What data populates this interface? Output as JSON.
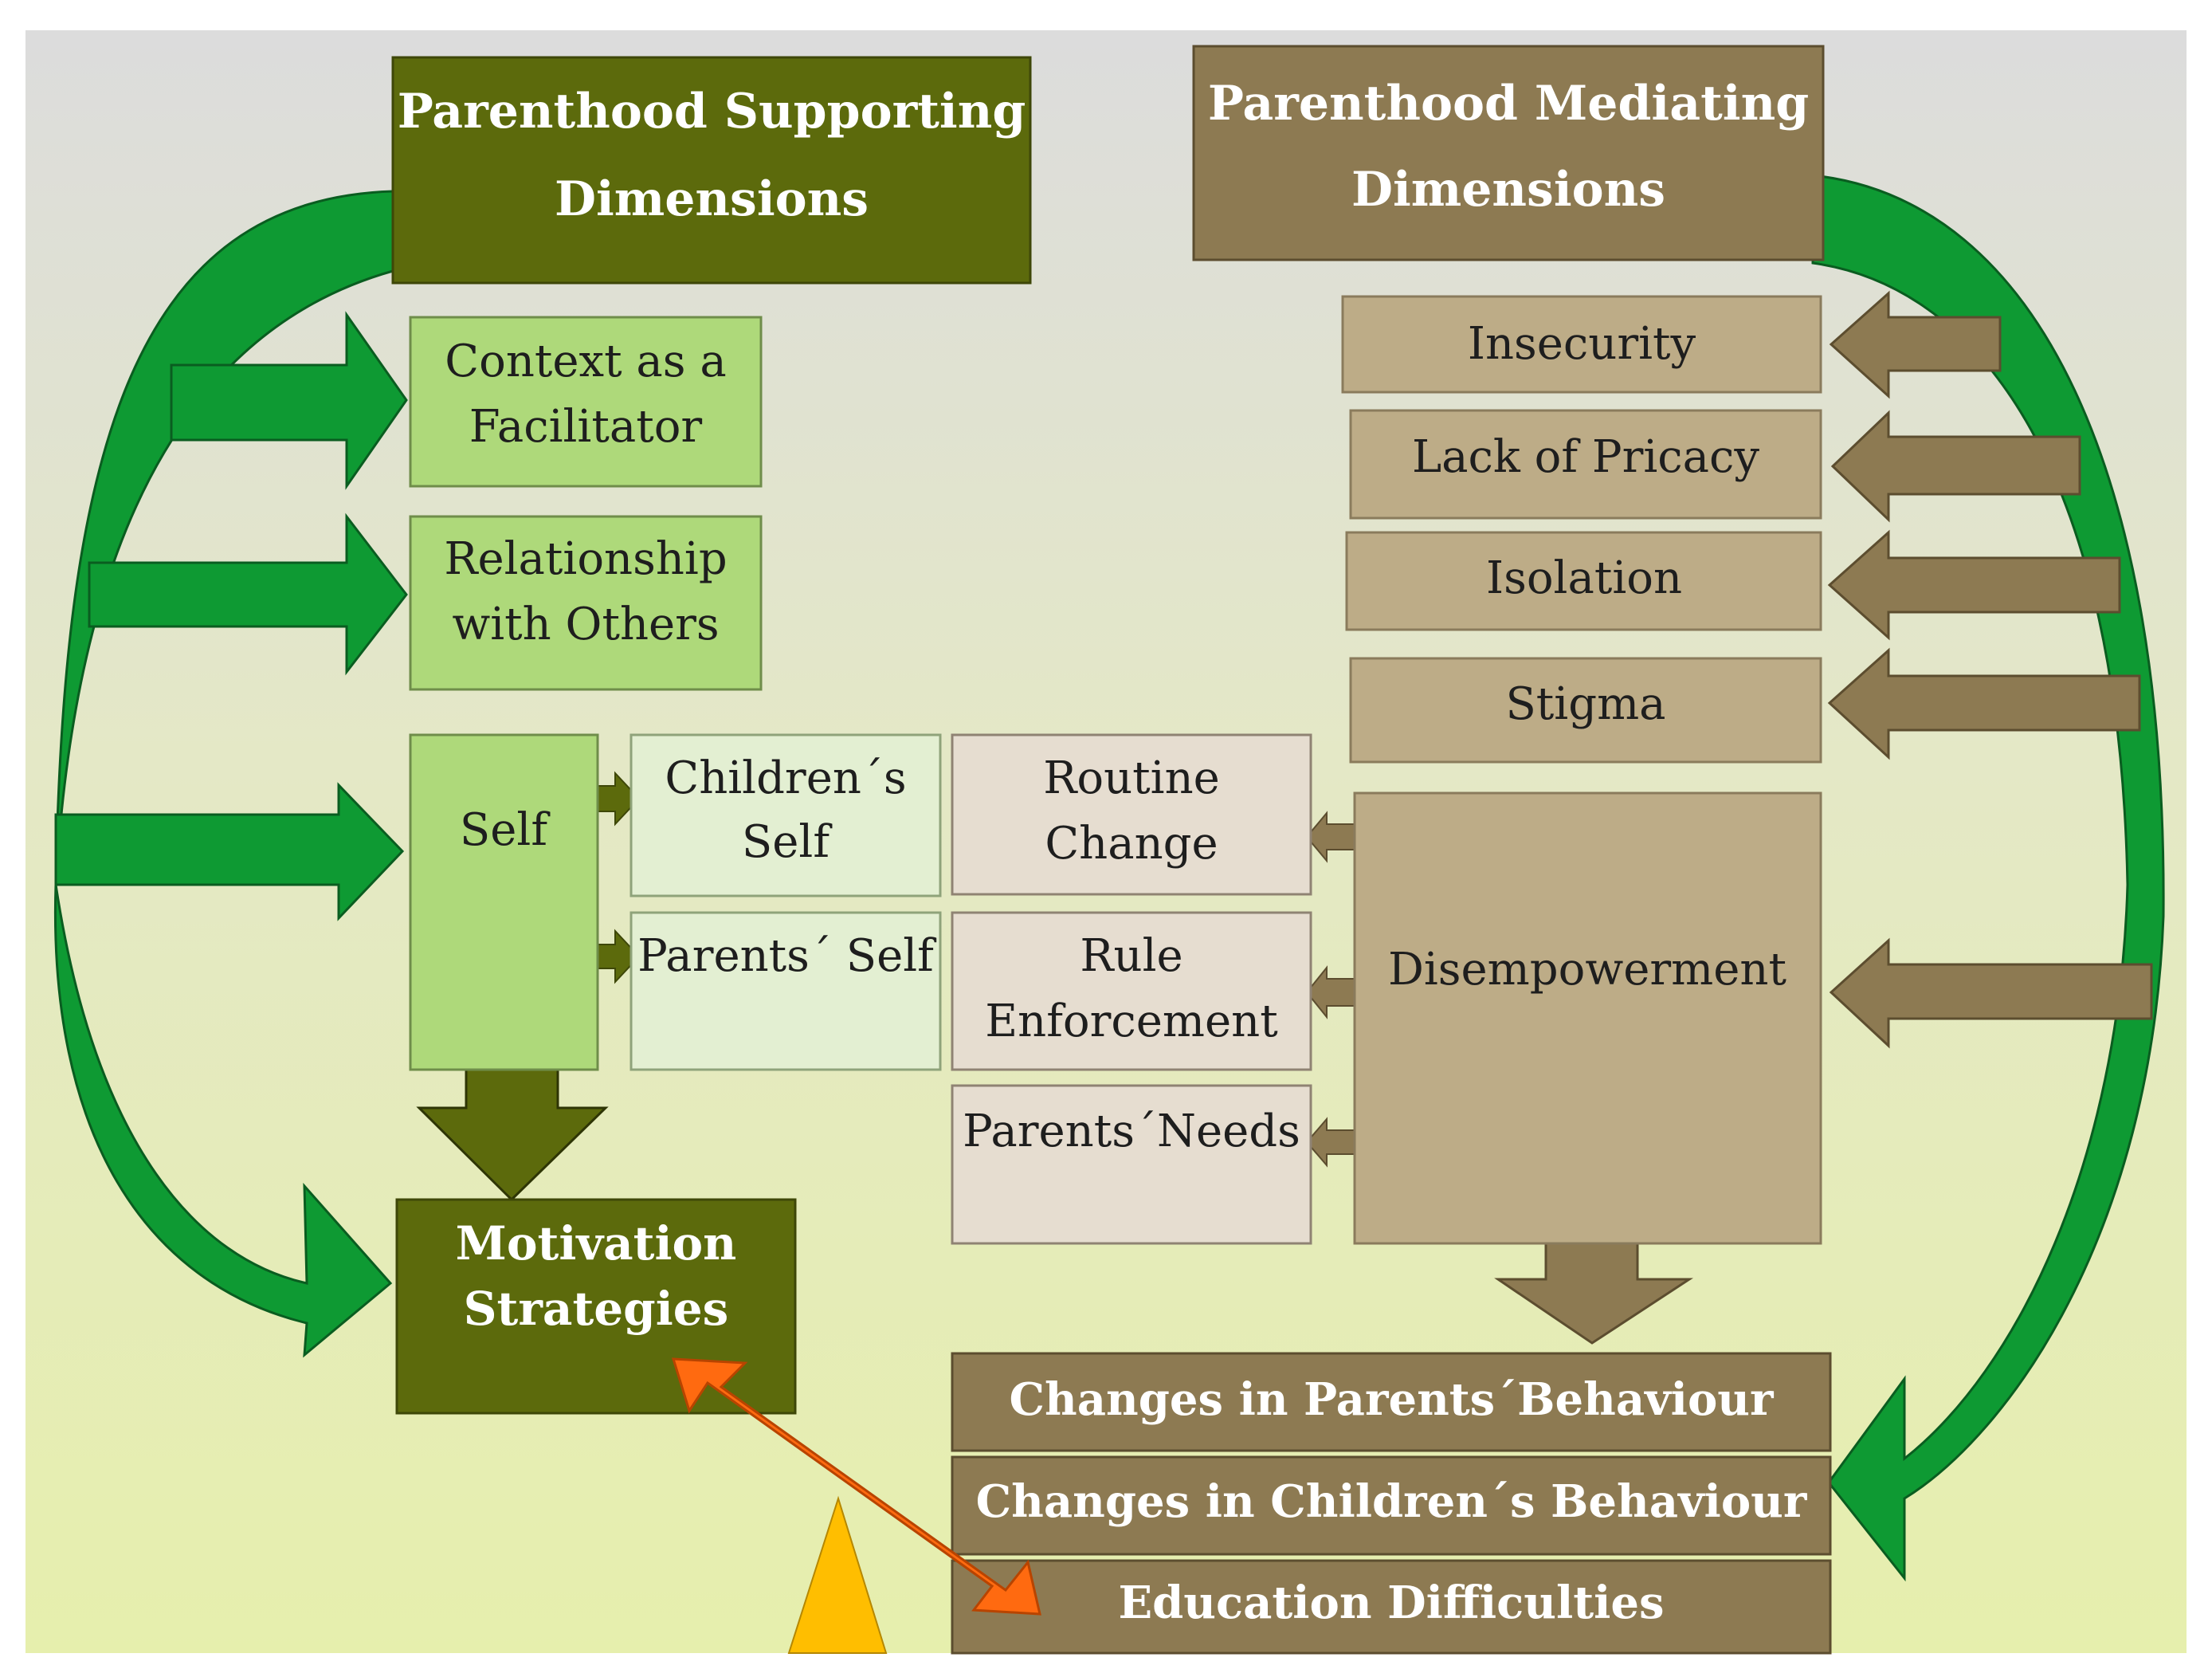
{
  "colors": {
    "dark_olive": "#5c6a0c",
    "light_green": "#aed97a",
    "pale_green": "#e3efd2",
    "mid_brown": "#8d7a52",
    "tan": "#bdac87",
    "pale_tan": "#e6ddd0",
    "bright_green_arrow": "#0e9a33",
    "orange_arrow": "#ff6a10",
    "yellow_triangle": "#ffbe00"
  },
  "boxes": {
    "supporting_title": {
      "line1": "Parenthood Supporting",
      "line2": "Dimensions"
    },
    "mediating_title": {
      "line1": "Parenthood Mediating",
      "line2": "Dimensions"
    },
    "context": {
      "line1": "Context as a",
      "line2": "Facilitator"
    },
    "relationship": {
      "line1": "Relationship",
      "line2": "with Others"
    },
    "self": {
      "line1": "Self"
    },
    "childrens_self": {
      "line1": "Children´s",
      "line2": "Self"
    },
    "parents_self": {
      "line1": "Parents´ Self"
    },
    "routine_change": {
      "line1": "Routine",
      "line2": "Change"
    },
    "rule_enforcement": {
      "line1": "Rule",
      "line2": "Enforcement"
    },
    "parents_needs": {
      "line1": "Parents´Needs"
    },
    "insecurity": {
      "line1": "Insecurity"
    },
    "lack_privacy": {
      "line1": "Lack of Pricacy"
    },
    "isolation": {
      "line1": "Isolation"
    },
    "stigma": {
      "line1": "Stigma"
    },
    "disempowerment": {
      "line1": "Disempowerment"
    },
    "motivation": {
      "line1": "Motivation",
      "line2": "Strategies"
    },
    "changes_parents": {
      "line1": "Changes in Parents´Behaviour"
    },
    "changes_children": {
      "line1": "Changes in Children´s Behaviour"
    },
    "education": {
      "line1": "Education Difficulties"
    }
  }
}
